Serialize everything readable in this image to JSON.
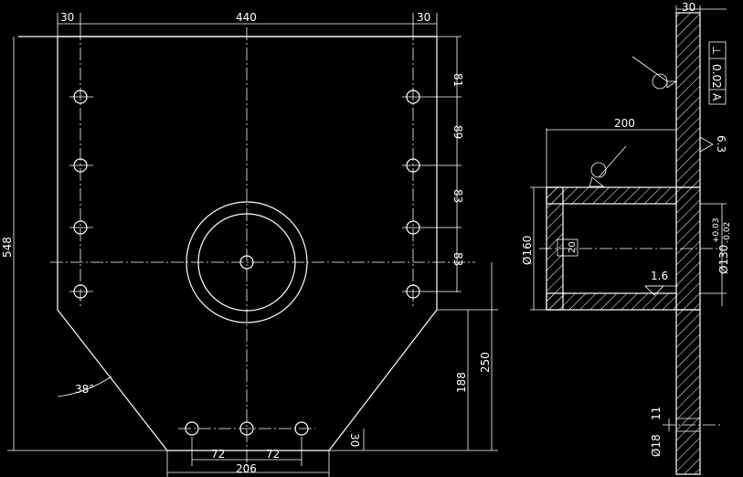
{
  "front_view": {
    "dims": {
      "left_margin": "30",
      "width": "440",
      "right_margin": "30",
      "total_height": "548",
      "hole_pitch_1": "81",
      "hole_pitch_2": "89",
      "hole_pitch_3": "83",
      "hole_pitch_4": "83",
      "lower_height": "250",
      "lower_inner_height": "188",
      "bottom_offset": "30",
      "hole_spacing_a": "72",
      "hole_spacing_b": "72",
      "bottom_width": "206",
      "angle": "38°"
    }
  },
  "side_view": {
    "dims": {
      "plate_thickness": "30",
      "tube_length": "200",
      "outer_diameter": "Ø160",
      "inner_diameter": "Ø130",
      "tolerance_upper": "+0.03",
      "tolerance_lower": "-0.02",
      "small_hole": "Ø18",
      "small_hole_depth": "11",
      "tube_wall": "20"
    },
    "roughness": {
      "plate_face": "6.3",
      "bore": "1.6"
    },
    "tolerance_frame": {
      "symbol": "⊥",
      "value": "0.02",
      "datum": "A"
    }
  },
  "colors": {
    "background": "#000000",
    "lines": "#ffffff"
  }
}
